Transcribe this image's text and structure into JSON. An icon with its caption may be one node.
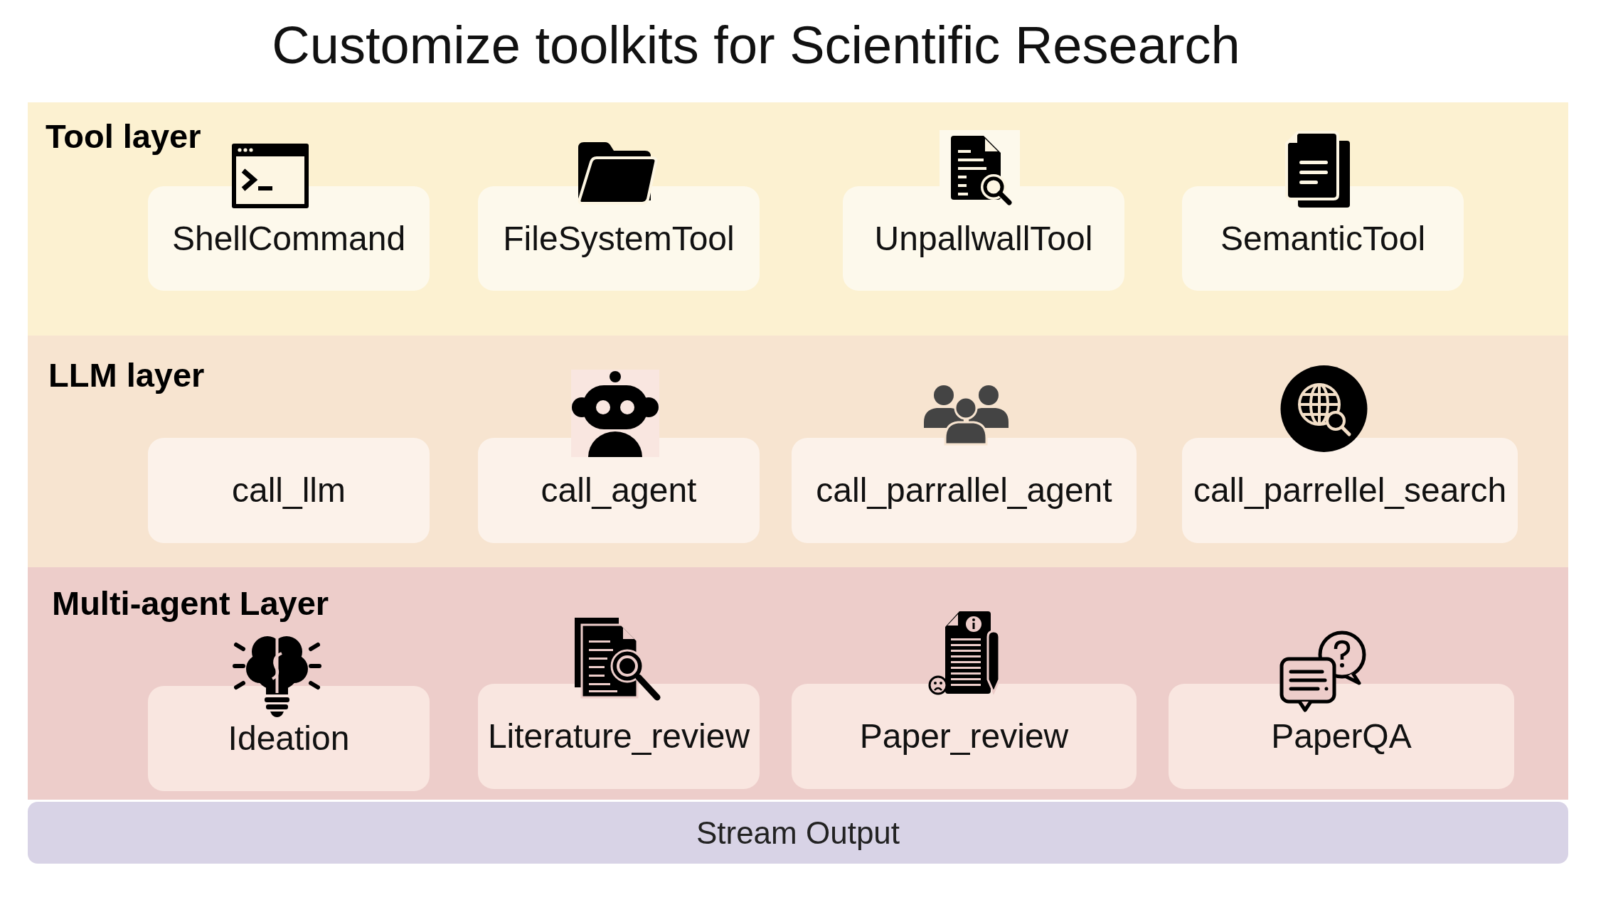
{
  "diagram": {
    "title": "Customize toolkits for Scientific Research",
    "nodes": [
      {
        "text": [
          "Tool layer"
        ]
      },
      {
        "text": [
          "ShellCommand"
        ],
        "in": 0
      },
      {
        "text": [
          "FileSystemTool"
        ],
        "in": 0
      },
      {
        "text": [
          "UnpallwallTool"
        ],
        "in": 0
      },
      {
        "text": [
          "SemanticTool"
        ],
        "in": 0
      },
      {
        "text": [
          "LLM layer"
        ]
      },
      {
        "text": [
          "call_llm"
        ],
        "in": 5
      },
      {
        "text": [
          "call_agent"
        ],
        "in": 5
      },
      {
        "text": [
          "call_parrallel_agent"
        ],
        "in": 5
      },
      {
        "text": [
          "call_parrellel_search"
        ],
        "in": 5
      },
      {
        "text": [
          "Multi-agent Layer"
        ]
      },
      {
        "text": [
          "Ideation"
        ],
        "in": 10
      },
      {
        "text": [
          "Literature_review"
        ],
        "in": 10
      },
      {
        "text": [
          "Paper_review"
        ],
        "in": 10
      },
      {
        "text": [
          "PaperQA"
        ],
        "in": 10
      },
      {
        "text": [
          "Stream Output"
        ]
      }
    ]
  }
}
